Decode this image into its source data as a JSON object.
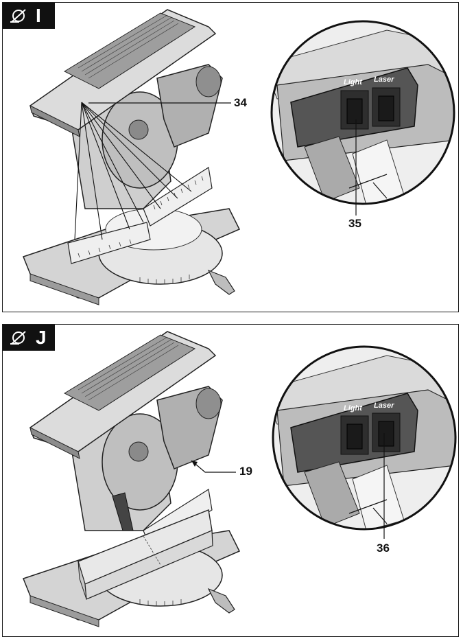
{
  "figures": [
    {
      "id": "I",
      "label": "I",
      "icon": "laser-pointer-icon",
      "switch_labels": {
        "left": "Light",
        "right": "Laser"
      },
      "callouts": [
        "34",
        "35"
      ]
    },
    {
      "id": "J",
      "label": "J",
      "icon": "laser-pointer-icon",
      "switch_labels": {
        "left": "Light",
        "right": "Laser"
      },
      "callouts": [
        "19",
        "36"
      ]
    }
  ]
}
